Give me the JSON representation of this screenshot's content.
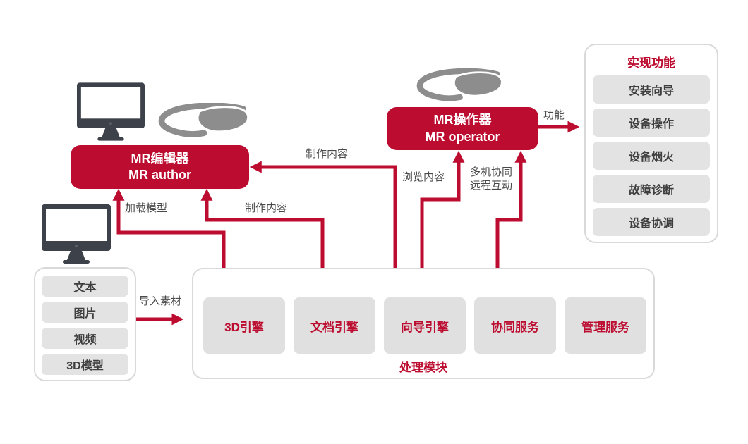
{
  "colors": {
    "accent_red": "#bc0c2f",
    "gray_box": "#e3e3e3",
    "dark_text": "#3f3f3f",
    "label_text": "#4a4a4a",
    "panel_border": "#d9d9d9",
    "monitor_dark": "#3d424a",
    "glasses_gray": "#8d8d8d"
  },
  "icons": {
    "monitor": "desktop-monitor-icon",
    "glasses": "mr-glasses-icon"
  },
  "author": {
    "title_cn": "MR编辑器",
    "title_en": "MR author"
  },
  "operator": {
    "title_cn": "MR操作器",
    "title_en": "MR operator"
  },
  "functions_panel": {
    "title": "实现功能",
    "items": [
      "安装向导",
      "设备操作",
      "设备烟火",
      "故障诊断",
      "设备协调"
    ]
  },
  "materials_panel": {
    "items": [
      "文本",
      "图片",
      "视频",
      "3D模型"
    ]
  },
  "processing_panel": {
    "label": "处理模块",
    "modules": [
      "3D引擎",
      "文档引擎",
      "向导引擎",
      "协同服务",
      "管理服务"
    ]
  },
  "arrow_labels": {
    "load_model": "加载模型",
    "make_content_upper": "制作内容",
    "make_content_lower": "制作内容",
    "browse_content": "浏览内容",
    "multi_collab": "多机协同\n远程互动",
    "function": "功能",
    "import_material": "导入素材"
  }
}
